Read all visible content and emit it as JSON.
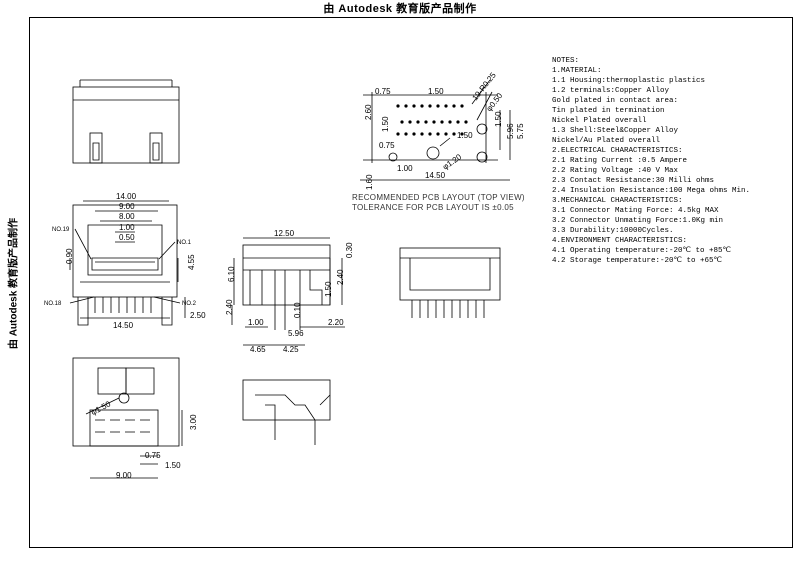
{
  "banner": {
    "top": "由 Autodesk 教育版产品制作",
    "side": "由 Autodesk 教育版产品制作"
  },
  "front_view": {
    "dims": {
      "d1400": "14.00",
      "d900": "9.00",
      "d800": "8.00",
      "d100": "1.00",
      "d050": "0.50",
      "d1450": "14.50",
      "d090": "0.90",
      "d455": "4.55",
      "d250": "2.50"
    },
    "tags": {
      "no19": "NO.19",
      "no1": "NO.1",
      "no18": "NO.18",
      "no2": "NO.2"
    }
  },
  "side_view": {
    "dims": {
      "d1250": "12.50",
      "d610": "6.10",
      "d240": "2.40",
      "d030": "0.30",
      "d240v": "2.40",
      "d150v": "1.50",
      "d100": "1.00",
      "d010": "0.10",
      "d596": "5.96",
      "d220": "2.20",
      "d465": "4.65",
      "d425": "4.25"
    }
  },
  "bottom_view": {
    "dims": {
      "d150": "φ1.50",
      "d075": "0.75",
      "d150h": "1.50",
      "d900": "9.00",
      "d300": "3.00"
    }
  },
  "pcb_layout": {
    "dims": {
      "d075": "0.75",
      "d150t": "1.50",
      "d19": "19-R0.25",
      "d260": "2.60",
      "d150l": "1.50",
      "d075l": "0.75",
      "d050": "φ0.50",
      "d100": "1.00",
      "d120": "φ1.20",
      "d160": "1.60",
      "d1450": "14.50",
      "d150r": "1.50",
      "d596": "5.96",
      "d575": "5.75",
      "d150c": "1.50"
    },
    "caption_1": "RECOMMENDED PCB LAYOUT (TOP VIEW)",
    "caption_2": "TOLERANCE FOR PCB LAYOUT IS ±0.05"
  },
  "notes": {
    "title": "NOTES:",
    "lines": [
      " 1.MATERIAL:",
      "  1.1 Housing:thermoplastic plastics",
      "  1.2 terminals:Copper Alloy",
      "   Gold plated in contact area:",
      "   Tin plated in termination",
      "   Nickel Plated overall",
      "  1.3 Shell:Steel&Copper Alloy",
      "      Nickel/Au Plated overall",
      " 2.ELECTRICAL CHARACTERISTICS:",
      "  2.1 Rating Current :0.5 Ampere",
      "  2.2 Rating Voltage :40 V Max",
      "  2.3 Contact Resistance:30 Milli ohms",
      "  2.4 Insulation Resistance:100 Mega ohms Min.",
      " 3.MECHANICAL CHARACTERISTICS:",
      "  3.1 Connector Mating Force: 4.5kg MAX",
      "  3.2 Connector Unmating Force:1.0Kg min",
      "  3.3 Durability:10000Cycles.",
      " 4.ENVIRONMENT CHARACTERISTICS:",
      "  4.1 Operating temperature:-20℃ to +85℃",
      "  4.2 Storage temperature:-20℃ to +65℃"
    ]
  }
}
